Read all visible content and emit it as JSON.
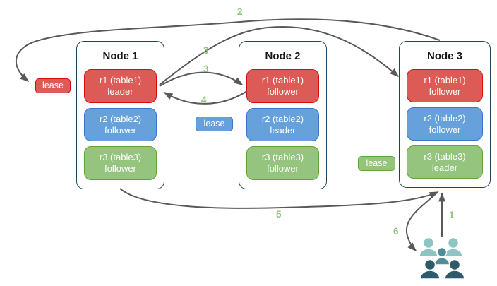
{
  "diagram": {
    "nodes": [
      {
        "title": "Node 1",
        "replicas": [
          {
            "name": "r1 (table1)",
            "role": "leader",
            "color": "red"
          },
          {
            "name": "r2 (table2)",
            "role": "follower",
            "color": "blue"
          },
          {
            "name": "r3 (table3)",
            "role": "follower",
            "color": "green"
          }
        ]
      },
      {
        "title": "Node 2",
        "replicas": [
          {
            "name": "r1 (table1)",
            "role": "follower",
            "color": "red"
          },
          {
            "name": "r2 (table2)",
            "role": "leader",
            "color": "blue"
          },
          {
            "name": "r3 (table3)",
            "role": "follower",
            "color": "green"
          }
        ]
      },
      {
        "title": "Node 3",
        "replicas": [
          {
            "name": "r1 (table1)",
            "role": "follower",
            "color": "red"
          },
          {
            "name": "r2 (table2)",
            "role": "follower",
            "color": "blue"
          },
          {
            "name": "r3 (table3)",
            "role": "leader",
            "color": "green"
          }
        ]
      }
    ],
    "leases": [
      {
        "label": "lease",
        "color": "red"
      },
      {
        "label": "lease",
        "color": "blue"
      },
      {
        "label": "lease",
        "color": "green"
      }
    ],
    "arrow_labels": {
      "a1": "1",
      "a2": "2",
      "a3_long": "3",
      "a3_short": "3",
      "a4": "4",
      "a5": "5",
      "a6": "6"
    },
    "colors": {
      "replica_red_fill": "#DC5B57",
      "replica_red_border": "#D40D11",
      "replica_blue_fill": "#66A1DB",
      "replica_blue_border": "#3B76C6",
      "replica_green_fill": "#94C47E",
      "replica_green_border": "#60A43C",
      "node_border": "#23445D",
      "arrow": "#595959",
      "arrow_label": "#93C47D",
      "users_back": "#8CC5C4",
      "users_middle": "#4F8E99",
      "users_front": "#2E5A6B"
    }
  }
}
